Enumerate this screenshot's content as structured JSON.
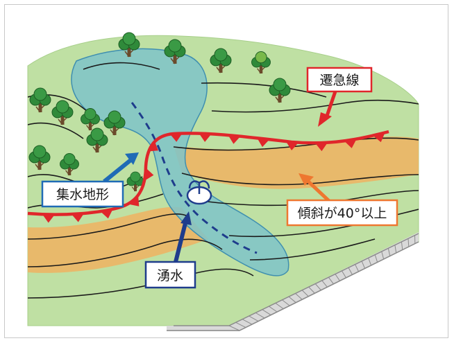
{
  "labels": {
    "steep_slope_break": "遷急線",
    "catchment_topography": "集水地形",
    "slope_over_40": "傾斜が40°以上",
    "spring_water": "湧水"
  },
  "colors": {
    "grass": "#bfe0a3",
    "grass_edge": "#a7cf8a",
    "water": "#7ec3c9",
    "band_orange": "#e8b96b",
    "slope_break_red": "#e0262b",
    "arrow_blue": "#1f6bb6",
    "arrow_navy": "#1e3c8c",
    "arrow_orange": "#ee7730",
    "rail": "#8a8a8a"
  },
  "icons": {
    "spring": "spring-fountain-icon",
    "tree": "tree-icon"
  }
}
